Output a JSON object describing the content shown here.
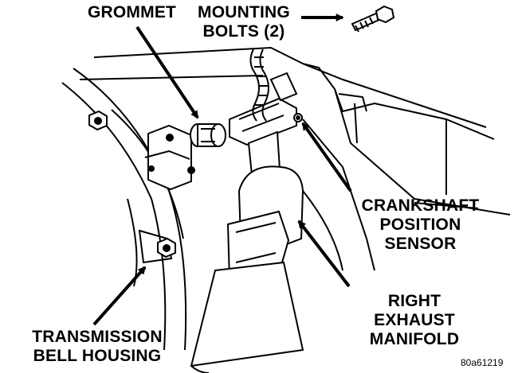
{
  "labels": {
    "grommet": [
      "GROMMET"
    ],
    "mounting_bolts": [
      "MOUNTING",
      "BOLTS (2)"
    ],
    "crankshaft_sensor": [
      "CRANKSHAFT",
      "POSITION",
      "SENSOR"
    ],
    "exhaust_manifold": [
      "RIGHT",
      "EXHAUST",
      "MANIFOLD"
    ],
    "bell_housing": [
      "TRANSMISSION",
      "BELL HOUSING"
    ]
  },
  "figure_id": "80a61219",
  "colors": {
    "ink": "#000000",
    "background": "#ffffff"
  }
}
